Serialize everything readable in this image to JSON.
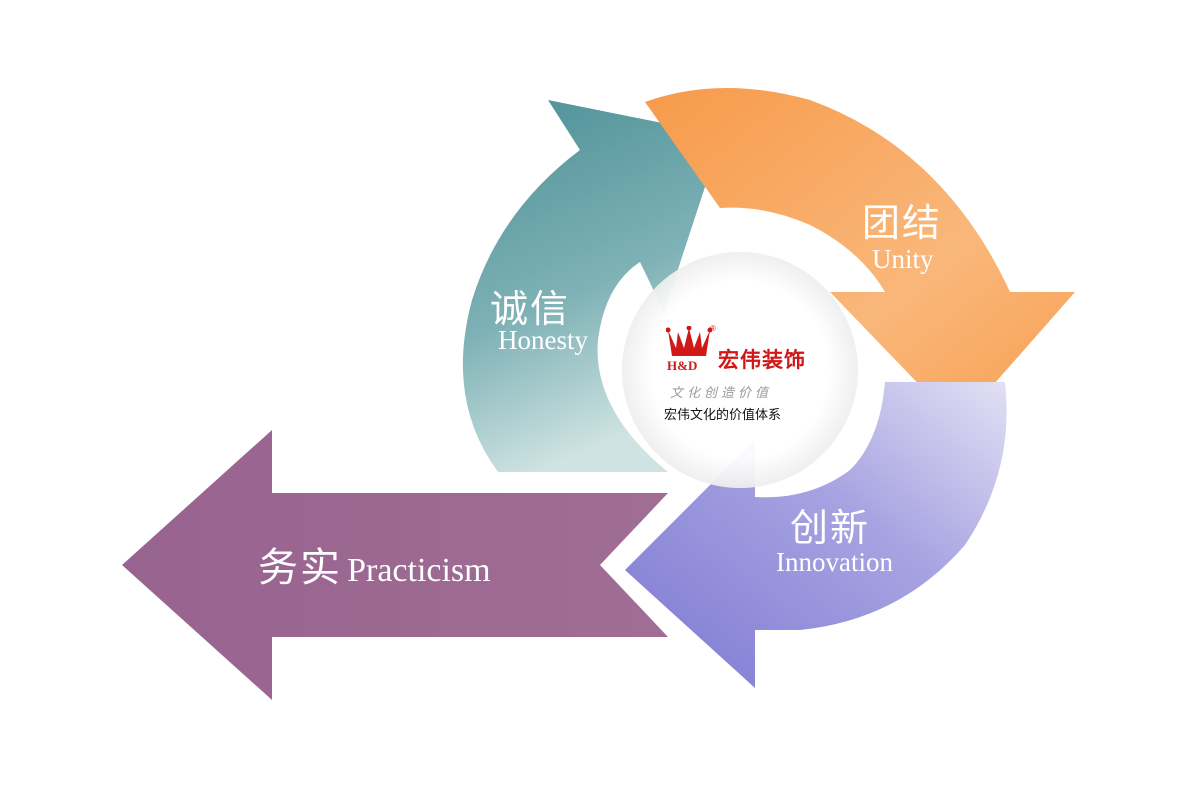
{
  "arrows": {
    "honesty": {
      "zh": "诚信",
      "en": "Honesty",
      "color": "#5b9ea3"
    },
    "unity": {
      "zh": "团结",
      "en": "Unity",
      "color": "#f7a35a"
    },
    "innovation": {
      "zh": "创新",
      "en": "Innovation",
      "color": "#8a86d6"
    },
    "practicism": {
      "zh": "务实",
      "en": "Practicism",
      "color": "#9d6b92"
    }
  },
  "center": {
    "logo_mark": "H&D",
    "registered": "®",
    "brand_name": "宏伟装饰",
    "slogan": "文化创造价值",
    "caption": "宏伟文化的价值体系",
    "brand_color": "#d01818"
  }
}
